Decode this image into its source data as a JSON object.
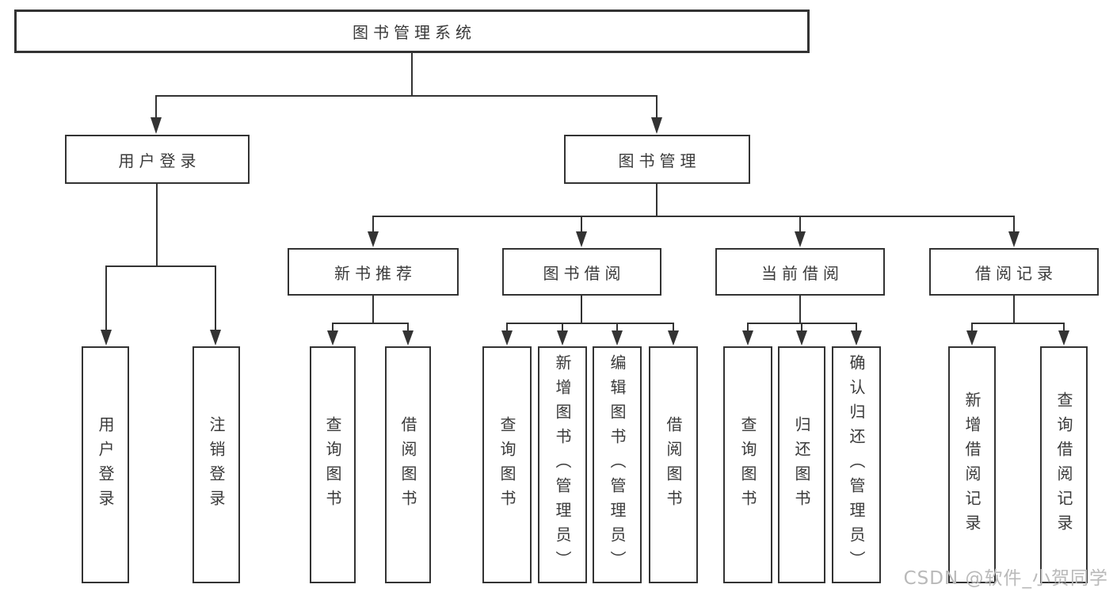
{
  "diagram": {
    "title": "图书管理系统",
    "root": {
      "label": "图书管理系统"
    },
    "level2": [
      {
        "label": "用户登录"
      },
      {
        "label": "图书管理"
      }
    ],
    "level3": [
      {
        "label": "新书推荐"
      },
      {
        "label": "图书借阅"
      },
      {
        "label": "当前借阅"
      },
      {
        "label": "借阅记录"
      }
    ],
    "leaves": {
      "user_login": [
        {
          "label": "用户登录"
        },
        {
          "label": "注销登录"
        }
      ],
      "new_books": [
        {
          "label": "查询图书"
        },
        {
          "label": "借阅图书"
        }
      ],
      "borrow": [
        {
          "label": "查询图书"
        },
        {
          "label": "新增图书（管理员）"
        },
        {
          "label": "编辑图书（管理员）"
        },
        {
          "label": "借阅图书"
        }
      ],
      "current": [
        {
          "label": "查询图书"
        },
        {
          "label": "归还图书"
        },
        {
          "label": "确认归还（管理员）"
        }
      ],
      "records": [
        {
          "label": "新增借阅记录"
        },
        {
          "label": "查询借阅记录"
        }
      ]
    },
    "watermark": "CSDN @软件_小贺同学",
    "colors": {
      "line": "#333333",
      "box_border": "#333333",
      "text": "#3a3a3a",
      "watermark": "#b9b9b9",
      "background": "#ffffff"
    }
  }
}
